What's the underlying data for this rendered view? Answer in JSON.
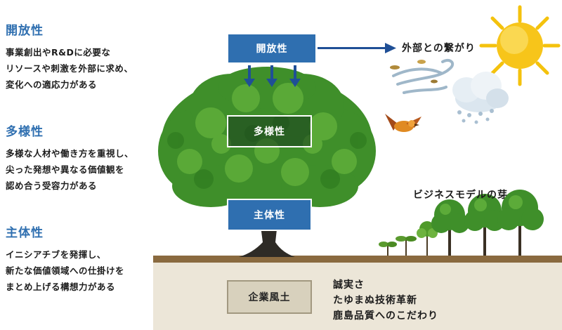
{
  "sections": [
    {
      "title": "開放性",
      "lines": [
        "事業創出やR&Dに必要な",
        "リソースや刺激を外部に求め、",
        "変化への適応力がある"
      ]
    },
    {
      "title": "多様性",
      "lines": [
        "多様な人材や働き方を重視し、",
        "尖った発想や異なる価値観を",
        "認め合う受容力がある"
      ]
    },
    {
      "title": "主体性",
      "lines": [
        "イニシアチブを発揮し、",
        "新たな価値領域への仕掛けを",
        "まとめ上げる構想力がある"
      ]
    }
  ],
  "diagram": {
    "top_box": "開放性",
    "middle_box": "多様性",
    "trunk_box": "主体性",
    "external_label": "外部との繋がり",
    "sprout_label": "ビジネスモデルの芽",
    "culture_box": "企業風土",
    "culture_items": [
      "誠実さ",
      "たゆまぬ技術革新",
      "鹿島品質へのこだわり"
    ]
  },
  "colors": {
    "accent_blue": "#2f6fb0",
    "foliage": "#3f8f2a",
    "soil": "#8a6a3f",
    "ground": "#ece6d8",
    "sun": "#f4c20d"
  },
  "icons": [
    "sun-icon",
    "wind-icon",
    "cloud-rain-icon",
    "bird-icon",
    "sprout-icon",
    "tree-icon"
  ]
}
